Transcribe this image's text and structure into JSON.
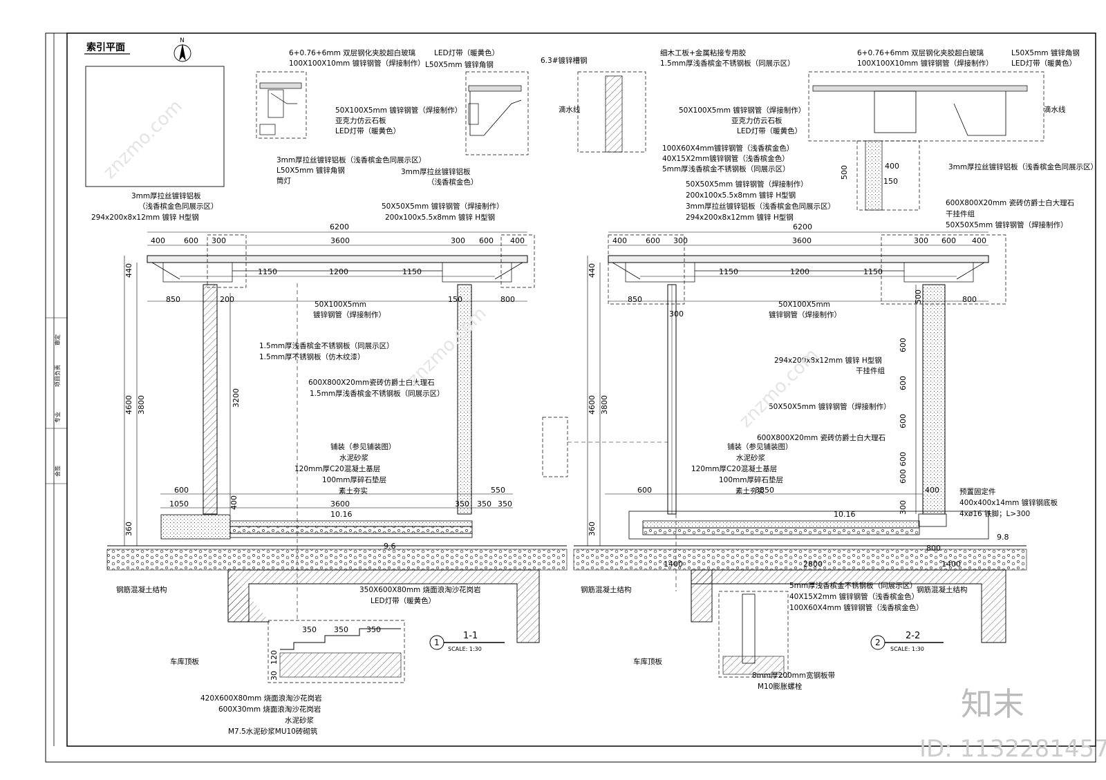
{
  "index_plan": {
    "title": "索引平面",
    "north": "N"
  },
  "title_block": {
    "labels": [
      "会签",
      "专业",
      "项目负责",
      "审定"
    ]
  },
  "section1": {
    "num": "1",
    "name": "1-1",
    "scale": "SCALE: 1:30",
    "detail_left": [
      "6+0.76+6mm 双层钢化夹胶超白玻璃",
      "100X100X10mm 镀锌钢管（焊接制作）",
      "50X100X5mm 镀锌钢管（焊接制作）",
      "亚克力仿云石板",
      "LED灯带（暖黄色）",
      "3mm厚拉丝镀锌铝板（浅香槟金色同展示区）",
      "L50X5mm 镀锌角钢",
      "筒灯"
    ],
    "detail_right": [
      "LED灯带（暖黄色）",
      "L50X5mm 镀锌角钢",
      "滴水线",
      "3mm厚拉丝镀锌铝板",
      "（浅香槟金色）"
    ],
    "left_labels": [
      "3mm厚拉丝镀锌铝板",
      "（浅香槟金色同展示区）",
      "294x200x8x12mm 镀锌 H型钢"
    ],
    "right_top_labels": [
      "50X50X5mm 镀锌钢管（焊接制作）",
      "200x100x5.5x8mm 镀锌 H型钢"
    ],
    "mid_labels": [
      "50X100X5mm",
      "镀锌钢管（焊接制作）",
      "1.5mm厚浅香槟金不锈钢板（同展示区）",
      "1.5mm厚不锈钢板（仿木纹漆）",
      "600X800X20mm瓷砖仿爵士白大理石",
      "1.5mm厚浅香槟金不锈钢板（同展示区）"
    ],
    "paving": [
      "铺装（参见铺装图）",
      "水泥砂浆",
      "120mm厚C20混凝土基层",
      "100mm厚碎石垫层",
      "素土夯实"
    ],
    "struct": [
      "钢筋混凝土结构",
      "车库顶板"
    ],
    "step_top": [
      "350X600X80mm 烧面浪淘沙花岗岩",
      "LED灯带（暖黄色）"
    ],
    "step_bottom": [
      "420X600X80mm 烧面浪淘沙花岗岩",
      "600X30mm 烧面浪淘沙花岗岩",
      "水泥砂浆",
      "M7.5水泥砂浆MU10砖砌筑"
    ],
    "dims": {
      "total": "6200",
      "top": [
        "400",
        "600",
        "300",
        "3600",
        "300",
        "600",
        "400"
      ],
      "inner": [
        "1150",
        "1200",
        "1150"
      ],
      "h4600": "4600",
      "h3800": "3800",
      "h3200": "3200",
      "h440": "440",
      "h360": "360",
      "b850": "850",
      "b200": "200",
      "b150": "150",
      "b800": "800",
      "g600": "600",
      "g1050": "1050",
      "g400": "400",
      "g3600": "3600",
      "g350a": "350",
      "g350b": "350",
      "g350c": "350",
      "g550": "550",
      "lvl1": "10.16",
      "lvl2": "9.6",
      "s350a": "350",
      "s350b": "350",
      "s350c": "350",
      "s120": "120",
      "s30": "30"
    }
  },
  "section2": {
    "num": "2",
    "name": "2-2",
    "scale": "SCALE: 1:30",
    "top_labels": [
      "6.3#镀锌槽钢",
      "细木工板+金属粘接专用胶",
      "1.5mm厚浅香槟金不锈钢板（同展示区）",
      "100X60X4mm镀锌钢管（浅香槟金色）",
      "40X15X2mm镀锌钢管（浅香槟金色）",
      "5mm厚浅香槟金不锈钢板（同展示区）"
    ],
    "left_labels": [
      "50X50X5mm 镀锌钢管（焊接制作）",
      "200x100x5.5x8mm 镀锌 H型钢",
      "3mm厚拉丝镀锌铝板（浅香槟金色同展示区）",
      "294x200x8x12mm 镀锌 H型钢"
    ],
    "detail_right": [
      "6+0.76+6mm 双层钢化夹胶超白玻璃",
      "100X100X10mm 镀锌钢管（焊接制作）",
      "L50X5mm 镀锌角钢",
      "LED灯带（暖黄色）",
      "50X100X5mm 镀锌钢管（焊接制作）",
      "亚克力仿云石板",
      "LED灯带（暖黄色）",
      "滴水线",
      "3mm厚拉丝镀锌铝板（浅香槟金色同展示区）",
      "600X800X20mm 瓷砖仿爵士白大理石",
      "干挂件组",
      "50X50X5mm 镀锌钢管（焊接制作）"
    ],
    "mid_labels": [
      "50X100X5mm",
      "镀锌钢管（焊接制作）",
      "294x200x8x12mm 镀锌 H型钢",
      "干挂件组",
      "50X50X5mm 镀锌钢管（焊接制作）",
      "600X800X20mm 瓷砖仿爵士白大理石"
    ],
    "paving": [
      "铺装（参见铺装图）",
      "水泥砂浆",
      "120mm厚C20混凝土基层",
      "100mm厚碎石垫层",
      "素土夯实"
    ],
    "embed": [
      "预置固定件",
      "400x400x14mm 镀锌钢底板",
      "4xø16 铁脚；L>300"
    ],
    "struct": [
      "钢筋混凝土结构",
      "车库顶板"
    ],
    "bottom": [
      "5mm厚浅香槟金不锈钢板（同展示区）",
      "40X15X2mm 镀锌钢管（浅香槟金色）",
      "100X60X4mm 镀锌钢管（浅香槟金色）",
      "8mm厚200mm宽钢板带",
      "M10膨胀螺栓"
    ],
    "dims": {
      "total": "6200",
      "top": [
        "400",
        "600",
        "300",
        "3600",
        "300",
        "600",
        "400"
      ],
      "inner": [
        "1150",
        "1200",
        "1150"
      ],
      "h4600": "4600",
      "h3800": "3800",
      "h440": "440",
      "h360": "360",
      "b850": "850",
      "b300": "300",
      "b800": "800",
      "b500": "500",
      "v": [
        "600",
        "600",
        "600",
        "600",
        "600",
        "300"
      ],
      "g600": "600",
      "g3850": "3850",
      "g400": "400",
      "lvl1": "10.16",
      "lvl2": "9.8",
      "f2800": "2800",
      "f1400a": "1400",
      "f1400b": "1400",
      "f800": "800",
      "d400": "400",
      "d150": "150",
      "d500": "500"
    }
  },
  "watermark": {
    "site": "znzmo.com",
    "brand": "知末",
    "id": "ID: 1132281457"
  }
}
